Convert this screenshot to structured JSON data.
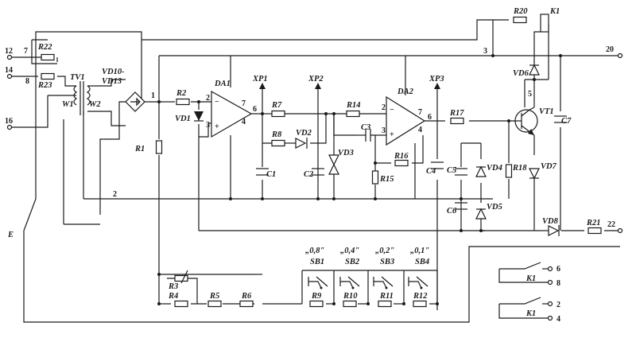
{
  "terminals": {
    "t12": "12",
    "t14": "14",
    "t16": "16",
    "t20": "20",
    "t22": "22",
    "k6": "6",
    "k8": "8",
    "k2": "2",
    "k4": "4",
    "e": "E"
  },
  "nodes": {
    "n1": "1",
    "n2": "2",
    "n3": "3",
    "n5": "5",
    "n7": "7",
    "n8": "8"
  },
  "pins": {
    "da1_2": "2",
    "da1_3": "3",
    "da1_7": "7",
    "da1_6": "6",
    "da1_4": "4",
    "da2_2": "2",
    "da2_3": "3",
    "da2_7": "7",
    "da2_6": "6",
    "da2_4": "4",
    "da1_minus": "−",
    "da1_plus": "+",
    "da2_minus": "−",
    "da2_plus": "+"
  },
  "components": {
    "R1": "R1",
    "R2": "R2",
    "R3": "R3",
    "R4": "R4",
    "R5": "R5",
    "R6": "R6",
    "R7": "R7",
    "R8": "R8",
    "R9": "R9",
    "R10": "R10",
    "R11": "R11",
    "R12": "R12",
    "R14": "R14",
    "R15": "R15",
    "R16": "R16",
    "R17": "R17",
    "R18": "R18",
    "R20": "R20",
    "R21": "R21",
    "R22": "R22",
    "R23": "R23",
    "C1": "C1",
    "C2": "C2",
    "C3": "C3",
    "C4": "C4",
    "C5": "C5",
    "C6": "C6",
    "C7": "C7",
    "VD1": "VD1",
    "VD2": "VD2",
    "VD3": "VD3",
    "VD4": "VD4",
    "VD5": "VD5",
    "VD6": "VD6",
    "VD7": "VD7",
    "VD8": "VD8",
    "VD10a": "VD10-",
    "VD10b": "VD13",
    "TV1": "TV1",
    "W1": "W1",
    "W2": "W2",
    "DA1": "DA1",
    "DA2": "DA2",
    "VT1": "VT1",
    "K1": "K1",
    "K1a": "K1",
    "K1b": "K1",
    "XP1": "XP1",
    "XP2": "XP2",
    "XP3": "XP3",
    "SB1": "SB1",
    "SB2": "SB2",
    "SB3": "SB3",
    "SB4": "SB4"
  },
  "settings": {
    "sb1": "„0,8\"",
    "sb2": "„0,4\"",
    "sb3": "„0,2\"",
    "sb4": "„0,1\""
  }
}
